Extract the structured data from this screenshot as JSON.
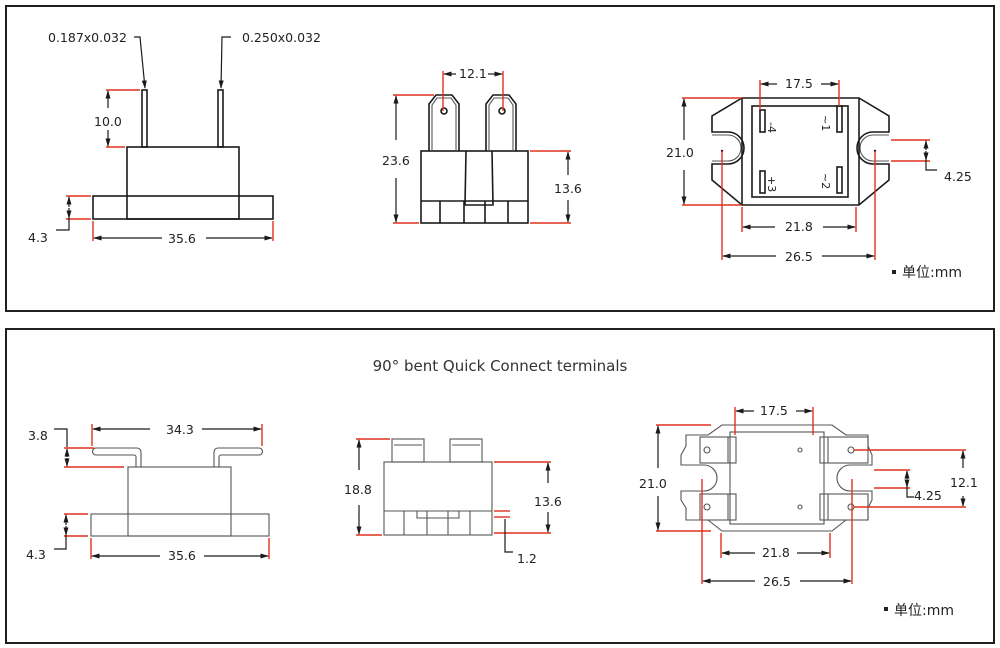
{
  "top_panel": {
    "side_view": {
      "terminal_left_spec": "0.187x0.032",
      "terminal_right_spec": "0.250x0.032",
      "terminal_height": "10.0",
      "flange_height": "4.3",
      "base_width": "35.6"
    },
    "front_view": {
      "terminal_pitch": "12.1",
      "overall_height": "23.6",
      "body_height": "13.6"
    },
    "top_view": {
      "terminal_spacing": "17.5",
      "overall_depth": "21.0",
      "slot_width": "4.25",
      "body_width": "21.8",
      "mount_hole_pitch": "26.5",
      "pin_labels": [
        "-4",
        "~1",
        "+3",
        "~2"
      ]
    },
    "unit_note": "单位:mm"
  },
  "bottom_panel": {
    "title": "90° bent Quick Connect  terminals",
    "side_view": {
      "terminal_span": "34.3",
      "terminal_height": "3.8",
      "flange_height": "4.3",
      "base_width": "35.6"
    },
    "front_view": {
      "overall_height": "18.8",
      "body_height": "13.6",
      "step": "1.2"
    },
    "top_view": {
      "terminal_spacing": "17.5",
      "overall_depth": "21.0",
      "slot_width": "4.25",
      "terminal_pitch": "12.1",
      "body_width": "21.8",
      "mount_hole_pitch": "26.5"
    },
    "unit_note": "单位:mm"
  }
}
